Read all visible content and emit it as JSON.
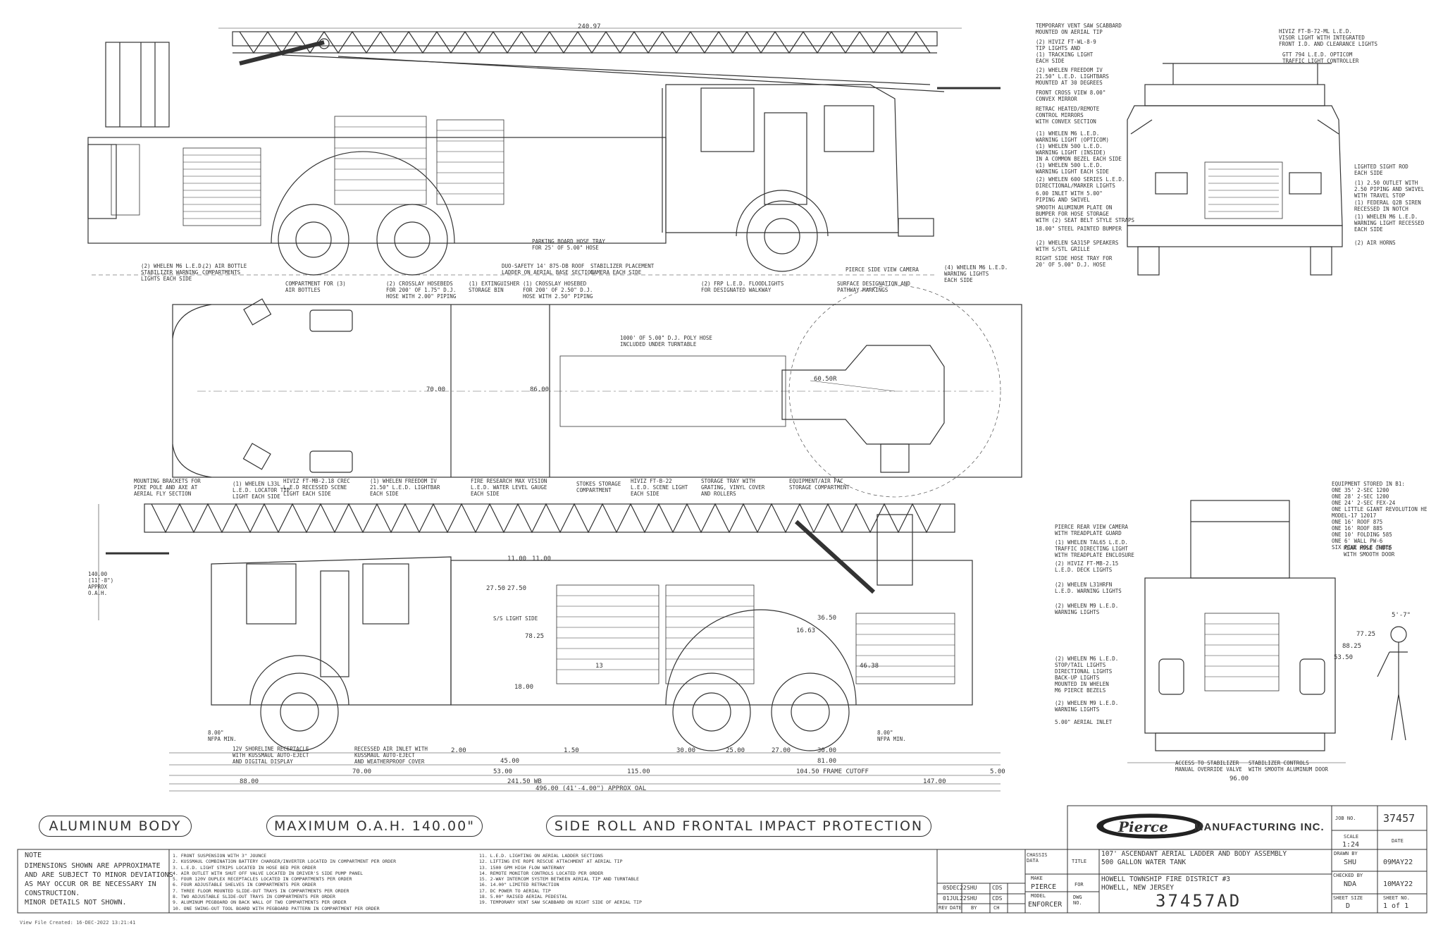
{
  "drawing": {
    "overall_width": "240.97",
    "plan_width": "70.00",
    "plan_width2": "86.00",
    "radius": "60.50R",
    "hose_load": "1000' OF 5.00\" D.J. POLY HOSE\nINCLUDED UNDER TURNTABLE",
    "oah_height": "140.00\n(11'-8\")\nAPPROX\nO.A.H.",
    "nfpa_front": "8.00\"\nNFPA MIN.",
    "nfpa_rear": "8.00\"\nNFPA MIN.",
    "dims_row1": [
      "2.00",
      "1.50",
      "45.00",
      "30.00",
      "25.00",
      "27.00",
      "30.00",
      "81.00"
    ],
    "dims_row2": [
      "53.00",
      "115.00",
      "104.50 FRAME CUTOFF",
      "5.00",
      "70.00",
      "147.00",
      "88.00"
    ],
    "wheelbase": "241.50 WB",
    "overall_length": "496.00 (41'-4.00\") APPROX OAL",
    "side_dims": [
      "78.25",
      "18.00",
      "36.50",
      "16.63",
      "13",
      "46.38",
      "11.00",
      "11.00",
      "27.50",
      "27.50"
    ],
    "rear_dims": [
      "77.25",
      "88.25",
      "53.50",
      "96.00",
      "5'-7\""
    ],
    "light_side": "S/S LIGHT SIDE"
  },
  "callouts": {
    "top_left": [
      "(2) WHELEN M6 L.E.D.\nSTABILIZER WARNING\nLIGHTS EACH SIDE",
      "(2) AIR BOTTLE\nCOMPARTMENTS",
      "COMPARTMENT FOR (3)\nAIR BOTTLES",
      "(2) CROSSLAY HOSEBEDS\nFOR 200' OF 1.75\" D.J.\nHOSE WITH 2.00\" PIPING",
      "(1) EXTINGUISHER\nSTORAGE BIN",
      "DUO-SAFETY 14' 875-DB ROOF\nLADDER ON AERIAL BASE SECTION",
      "(1) CROSSLAY HOSEBED\nFOR 200' OF 2.50\" D.J.\nHOSE WITH 2.50\" PIPING",
      "STABILIZER PLACEMENT\nCAMERA EACH SIDE",
      "(2) FRP L.E.D. FLOODLIGHTS\nFOR DESIGNATED WALKWAY",
      "SURFACE DESIGNATION AND\nPATHWAY MARKINGS",
      "PIERCE SIDE VIEW CAMERA",
      "(4) WHELEN M6 L.E.D.\nWARNING LIGHTS\nEACH SIDE",
      "PARKING BOARD HOSE TRAY\nFOR 25' OF 5.00\" HOSE"
    ],
    "top_right_column": [
      "TEMPORARY VENT SAW SCABBARD\nMOUNTED ON AERIAL TIP",
      "(2) HIVIZ FT-WL-8-9\nTIP LIGHTS AND\n(1) TRACKING LIGHT\nEACH SIDE",
      "(2) WHELEN FREEDOM IV\n21.50\" L.E.D. LIGHTBARS\nMOUNTED AT 30 DEGREES",
      "FRONT CROSS VIEW 8.00\"\nCONVEX MIRROR",
      "RETRAC HEATED/REMOTE\nCONTROL MIRRORS\nWITH CONVEX SECTION",
      "(1) WHELEN M6 L.E.D.\nWARNING LIGHT (OPTICOM)\n(1) WHELEN 500 L.E.D.\nWARNING LIGHT (INSIDE)\nIN A COMMON BEZEL EACH SIDE",
      "(1) WHELEN 500 L.E.D.\nWARNING LIGHT EACH SIDE",
      "(2) WHELEN 600 SERIES L.E.D.\nDIRECTIONAL/MARKER LIGHTS",
      "6.00 INLET WITH 5.00\"\nPIPING AND SWIVEL",
      "SMOOTH ALUMINUM PLATE ON\nBUMPER FOR HOSE STORAGE\nWITH (2) SEAT BELT STYLE STRAPS",
      "18.00\" STEEL PAINTED BUMPER",
      "(2) WHELEN SA315P SPEAKERS\nWITH S/STL GRILLE",
      "RIGHT SIDE HOSE TRAY FOR\n20' OF 5.00\" D.J. HOSE"
    ],
    "front_right": [
      "HIVIZ FT-B-72-ML L.E.D.\nVISOR LIGHT WITH INTEGRATED\nFRONT I.D. AND CLEARANCE LIGHTS",
      "GTT 794 L.E.D. OPTICOM\nTRAFFIC LIGHT CONTROLLER",
      "LIGHTED SIGHT ROD\nEACH SIDE",
      "(1) 2.50 OUTLET WITH\n2.50 PIPING AND SWIVEL\nWITH TRAVEL STOP",
      "(1) FEDERAL Q2B SIREN\nRECESSED IN NOTCH",
      "(1) WHELEN M6 L.E.D.\nWARNING LIGHT RECESSED\nEACH SIDE",
      "(2) AIR HORNS"
    ],
    "mid_row": [
      "MOUNTING BRACKETS FOR\nPIKE POLE AND AXE AT\nAERIAL FLY SECTION",
      "(1) WHELEN L33L\nL.E.D. LOCATOR TIP\nLIGHT EACH SIDE",
      "HIVIZ FT-MB-2.18 CREC\nL.E.D RECESSED SCENE\nLIGHT EACH SIDE",
      "(1) WHELEN FREEDOM IV\n21.50\" L.E.D. LIGHTBAR\nEACH SIDE",
      "FIRE RESEARCH MAX VISION\nL.E.D. WATER LEVEL GAUGE\nEACH SIDE",
      "STOKES STORAGE\nCOMPARTMENT",
      "HIVIZ FT-B-22\nL.E.D. SCENE LIGHT\nEACH SIDE",
      "STORAGE TRAY WITH\nGRATING, VINYL COVER\nAND ROLLERS",
      "EQUIPMENT/AIR PAC\nSTORAGE COMPARTMENT"
    ],
    "bottom_left": [
      "12V SHORELINE RECEPTACLE\nWITH KUSSMAUL AUTO-EJECT\nAND DIGITAL DISPLAY",
      "RECESSED AIR INLET WITH\nKUSSMAUL AUTO-EJECT\nAND WEATHERPROOF COVER"
    ],
    "rear_view": [
      "PIERCE REAR VIEW CAMERA\nWITH TREADPLATE GUARD",
      "(1) WHELEN TAL65 L.E.D.\nTRAFFIC DIRECTING LIGHT\nWITH TREADPLATE ENCLOSURE",
      "(2) HIVIZ FT-MB-2.15\nL.E.D. DECK LIGHTS",
      "(2) WHELEN L31HRFN\nL.E.D. WARNING LIGHTS",
      "(2) WHELEN M9 L.E.D.\nWARNING LIGHTS",
      "(2) WHELEN M6 L.E.D.\nSTOP/TAIL LIGHTS\nDIRECTIONAL LIGHTS\nBACK-UP LIGHTS\nMOUNTED IN WHELEN\nM6 PIERCE BEZELS",
      "(2) WHELEN M9 L.E.D.\nWARNING LIGHTS",
      "5.00\" AERIAL INLET",
      "ACCESS TO STABILIZER\nMANUAL OVERRIDE VALVE",
      "STABILIZER CONTROLS\nWITH SMOOTH ALUMINUM DOOR",
      "EQUIPMENT STORED IN B1:\nONE 35' 2-SEC 1200\nONE 28' 2-SEC 1200\nONE 24' 2-SEC FEX-24\nONE LITTLE GIANT REVOLUTION HE\nMODEL-17 12017\nONE 16' ROOF 875\nONE 16' ROOF 885\nONE 10' FOLDING 585\nONE 6' WALL PW-6\nSIX PIKE POLE TUBES",
      "REAR HOSE CHUTE\nWITH SMOOTH DOOR"
    ]
  },
  "banners": {
    "aluminum": "ALUMINUM BODY",
    "oah": "MAXIMUM O.A.H. 140.00\"",
    "protection": "SIDE ROLL AND FRONTAL IMPACT PROTECTION"
  },
  "notes": {
    "heading": "NOTE",
    "text": "DIMENSIONS SHOWN ARE APPROXIMATE\nAND ARE SUBJECT TO MINOR DEVIATIONS\nAS MAY OCCUR OR BE NECESSARY IN\nCONSTRUCTION.\nMINOR DETAILS NOT SHOWN.",
    "list1": "1. FRONT SUSPENSION WITH 3\" JOUNCE\n2. KUSSMAUL COMBINATION BATTERY CHARGER/INVERTER LOCATED IN COMPARTMENT PER ORDER\n3. L.E.D. LIGHT STRIPS LOCATED IN HOSE BED PER ORDER\n4. AIR OUTLET WITH SHUT OFF VALVE LOCATED IN DRIVER'S SIDE PUMP PANEL\n5. FOUR 120V DUPLEX RECEPTACLES LOCATED IN COMPARTMENTS PER ORDER\n6. FOUR ADJUSTABLE SHELVES IN COMPARTMENTS PER ORDER\n7. THREE FLOOR MOUNTED SLIDE-OUT TRAYS IN COMPARTMENTS PER ORDER\n8. TWO ADJUSTABLE SLIDE-OUT TRAYS IN COMPARTMENTS PER ORDER\n9. ALUMINUM PEGBOARD ON BACK WALL OF TWO COMPARTMENTS PER ORDER\n10. ONE SWING-OUT TOOL BOARD WITH PEGBOARD PATTERN IN COMPARTMENT PER ORDER",
    "list2": "11. L.E.D. LIGHTING ON AERIAL LADDER SECTIONS\n12. LIFTING EYE ROPE RESCUE ATTACHMENT AT AERIAL TIP\n13. 1500 GPM HIGH FLOW WATERWAY\n14. REMOTE MONITOR CONTROLS LOCATED PER ORDER\n15. 2-WAY INTERCOM SYSTEM BETWEEN AERIAL TIP AND TURNTABLE\n16. 14.00\" LIMITED RETRACTION\n17. DC POWER TO AERIAL TIP\n18. 5.00\" RAISED AERIAL PEDESTAL\n19. TEMPORARY VENT SAW SCABBARD ON RIGHT SIDE OF AERIAL TIP"
  },
  "revisions": [
    {
      "date": "05DEC22",
      "by": "SHU",
      "ch": "CDS"
    },
    {
      "date": "01JUL22",
      "by": "SHU",
      "ch": "CDS"
    }
  ],
  "rev_headers": {
    "rev": "REV",
    "date": "DATE",
    "by": "BY",
    "ch": "CH"
  },
  "title_block": {
    "logo": "Pierce",
    "company": "MANUFACTURING INC.",
    "chassis_label": "CHASSIS\nDATA",
    "make_label": "MAKE",
    "make": "PIERCE",
    "model_label": "MODEL",
    "model": "ENFORCER",
    "title_label": "TITLE",
    "title": "107' ASCENDANT AERIAL LADDER AND BODY ASSEMBLY\n500 GALLON WATER TANK",
    "for_label": "FOR",
    "customer": "HOWELL TOWNSHIP FIRE DISTRICT #3\nHOWELL, NEW JERSEY",
    "dwg_label": "DWG\nNO.",
    "dwg_no": "37457AD",
    "job_label": "JOB NO.",
    "job_no": "37457",
    "scale_label": "SCALE",
    "scale": "1:24",
    "date_label": "DATE",
    "drawn_label": "DRAWN BY",
    "drawn_by": "SHU",
    "drawn_date": "09MAY22",
    "checked_label": "CHECKED BY",
    "checked_by": "NDA",
    "checked_date": "10MAY22",
    "sheet_size_label": "SHEET SIZE",
    "sheet_size": "D",
    "sheet_no_label": "SHEET NO.",
    "sheet_no": "1 of 1"
  },
  "footer": "View File Created: 16-DEC-2022 13:21:41"
}
